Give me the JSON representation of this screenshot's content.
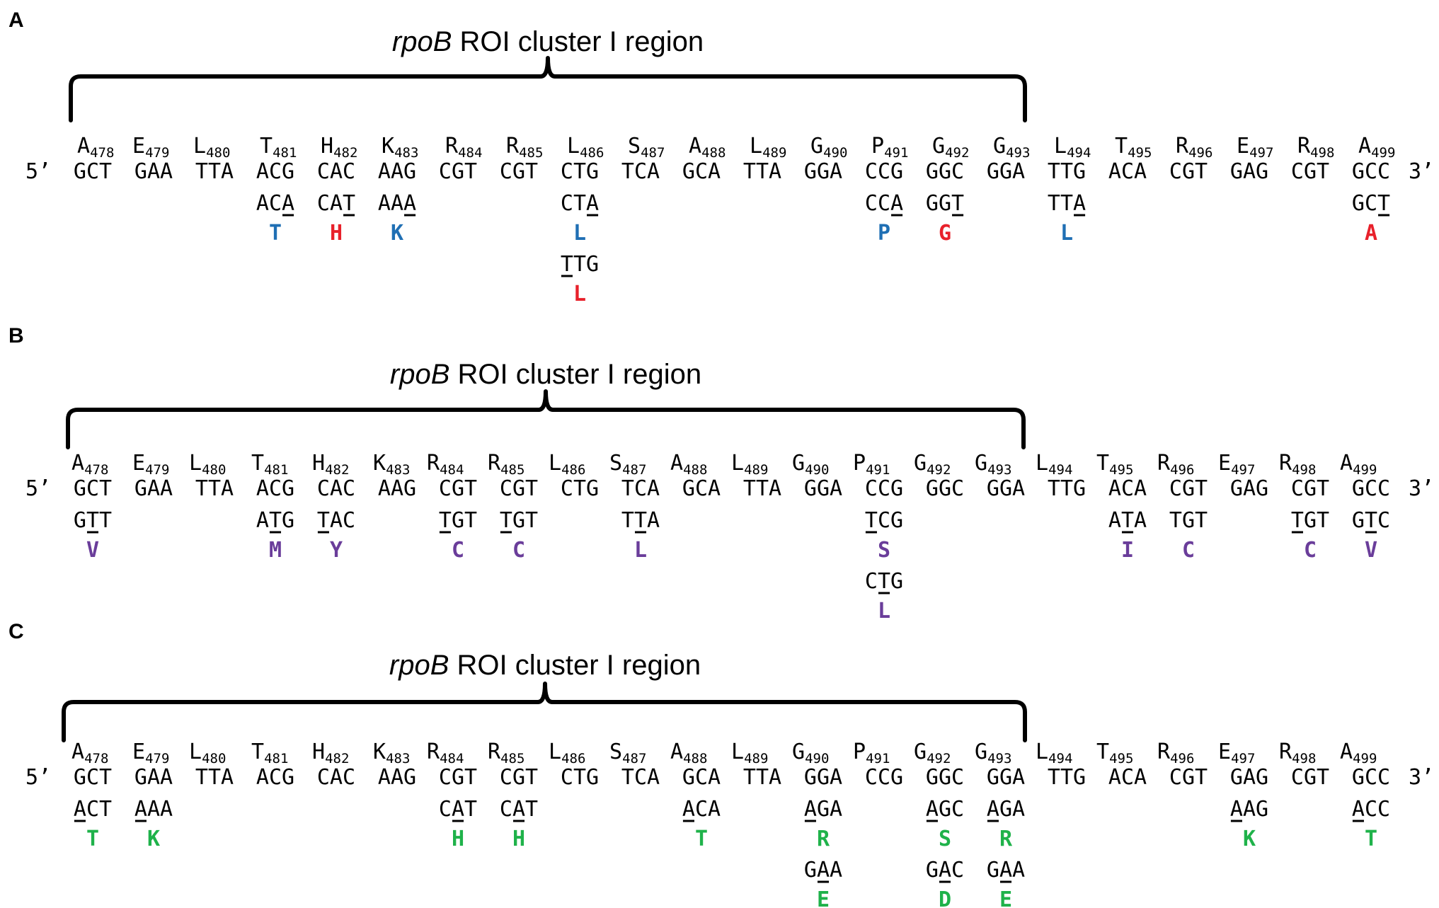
{
  "colors": {
    "blue": "#1f6fb4",
    "red": "#e8212b",
    "purple": "#6a3d9a",
    "green": "#1fb24a"
  },
  "amino_acids": [
    {
      "letter": "A",
      "num": "478"
    },
    {
      "letter": "E",
      "num": "479"
    },
    {
      "letter": "L",
      "num": "480"
    },
    {
      "letter": "T",
      "num": "481"
    },
    {
      "letter": "H",
      "num": "482"
    },
    {
      "letter": "K",
      "num": "483"
    },
    {
      "letter": "R",
      "num": "484"
    },
    {
      "letter": "R",
      "num": "485"
    },
    {
      "letter": "L",
      "num": "486"
    },
    {
      "letter": "S",
      "num": "487"
    },
    {
      "letter": "A",
      "num": "488"
    },
    {
      "letter": "L",
      "num": "489"
    },
    {
      "letter": "G",
      "num": "490"
    },
    {
      "letter": "P",
      "num": "491"
    },
    {
      "letter": "G",
      "num": "492"
    },
    {
      "letter": "G",
      "num": "493"
    },
    {
      "letter": "L",
      "num": "494"
    },
    {
      "letter": "T",
      "num": "495"
    },
    {
      "letter": "R",
      "num": "496"
    },
    {
      "letter": "E",
      "num": "497"
    },
    {
      "letter": "R",
      "num": "498"
    },
    {
      "letter": "A",
      "num": "499"
    }
  ],
  "codons": [
    "GCT",
    "GAA",
    "TTA",
    "ACG",
    "CAC",
    "AAG",
    "CGT",
    "CGT",
    "CTG",
    "TCA",
    "GCA",
    "TTA",
    "GGA",
    "CCG",
    "GGC",
    "GGA",
    "TTG",
    "ACA",
    "CGT",
    "GAG",
    "CGT",
    "GCC"
  ],
  "prime5": "5’",
  "prime3": "3’",
  "panels": [
    {
      "label": "A",
      "title_italic": "rpoB",
      "title_rest": " ROI cluster I region",
      "mutations": [
        {
          "col": 3,
          "row": 0,
          "codon": "ACA",
          "u": 2,
          "aa": "T",
          "color": "blue"
        },
        {
          "col": 4,
          "row": 0,
          "codon": "CAT",
          "u": 2,
          "aa": "H",
          "color": "red"
        },
        {
          "col": 5,
          "row": 0,
          "codon": "AAA",
          "u": 2,
          "aa": "K",
          "color": "blue"
        },
        {
          "col": 8,
          "row": 0,
          "codon": "CTA",
          "u": 2,
          "aa": "L",
          "color": "blue"
        },
        {
          "col": 8,
          "row": 1,
          "codon": "TTG",
          "u": 0,
          "aa": "L",
          "color": "red"
        },
        {
          "col": 13,
          "row": 0,
          "codon": "CCA",
          "u": 2,
          "aa": "P",
          "color": "blue"
        },
        {
          "col": 14,
          "row": 0,
          "codon": "GGT",
          "u": 2,
          "aa": "G",
          "color": "red"
        },
        {
          "col": 16,
          "row": 0,
          "codon": "TTA",
          "u": 2,
          "aa": "L",
          "color": "blue"
        },
        {
          "col": 21,
          "row": 0,
          "codon": "GCT",
          "u": 2,
          "aa": "A",
          "color": "red"
        }
      ]
    },
    {
      "label": "B",
      "title_italic": "rpoB",
      "title_rest": " ROI cluster I region",
      "mutations": [
        {
          "col": 0,
          "row": 0,
          "codon": "GTT",
          "u": 1,
          "aa": "V",
          "color": "purple"
        },
        {
          "col": 3,
          "row": 0,
          "codon": "ATG",
          "u": 1,
          "aa": "M",
          "color": "purple"
        },
        {
          "col": 4,
          "row": 0,
          "codon": "TAC",
          "u": 0,
          "aa": "Y",
          "color": "purple"
        },
        {
          "col": 6,
          "row": 0,
          "codon": "TGT",
          "u": 0,
          "aa": "C",
          "color": "purple"
        },
        {
          "col": 7,
          "row": 0,
          "codon": "TGT",
          "u": 0,
          "aa": "C",
          "color": "purple"
        },
        {
          "col": 9,
          "row": 0,
          "codon": "TTA",
          "u": 1,
          "aa": "L",
          "color": "purple"
        },
        {
          "col": 13,
          "row": 0,
          "codon": "TCG",
          "u": 0,
          "aa": "S",
          "color": "purple"
        },
        {
          "col": 13,
          "row": 1,
          "codon": "CTG",
          "u": 1,
          "aa": "L",
          "color": "purple"
        },
        {
          "col": 17,
          "row": 0,
          "codon": "ATA",
          "u": 1,
          "aa": "I",
          "color": "purple"
        },
        {
          "col": 18,
          "row": 0,
          "codon": "TGT",
          "u": -1,
          "aa": "C",
          "color": "purple"
        },
        {
          "col": 20,
          "row": 0,
          "codon": "TGT",
          "u": 0,
          "aa": "C",
          "color": "purple"
        },
        {
          "col": 21,
          "row": 0,
          "codon": "GTC",
          "u": 1,
          "aa": "V",
          "color": "purple"
        }
      ]
    },
    {
      "label": "C",
      "title_italic": "rpoB",
      "title_rest": " ROI cluster I region",
      "mutations": [
        {
          "col": 0,
          "row": 0,
          "codon": "ACT",
          "u": 0,
          "aa": "T",
          "color": "green"
        },
        {
          "col": 1,
          "row": 0,
          "codon": "AAA",
          "u": 0,
          "aa": "K",
          "color": "green"
        },
        {
          "col": 6,
          "row": 0,
          "codon": "CAT",
          "u": 1,
          "aa": "H",
          "color": "green"
        },
        {
          "col": 7,
          "row": 0,
          "codon": "CAT",
          "u": 1,
          "aa": "H",
          "color": "green"
        },
        {
          "col": 10,
          "row": 0,
          "codon": "ACA",
          "u": 0,
          "aa": "T",
          "color": "green"
        },
        {
          "col": 12,
          "row": 0,
          "codon": "AGA",
          "u": 0,
          "aa": "R",
          "color": "green"
        },
        {
          "col": 12,
          "row": 1,
          "codon": "GAA",
          "u": 1,
          "aa": "E",
          "color": "green"
        },
        {
          "col": 14,
          "row": 0,
          "codon": "AGC",
          "u": 0,
          "aa": "S",
          "color": "green"
        },
        {
          "col": 14,
          "row": 1,
          "codon": "GAC",
          "u": 1,
          "aa": "D",
          "color": "green"
        },
        {
          "col": 15,
          "row": 0,
          "codon": "AGA",
          "u": 0,
          "aa": "R",
          "color": "green"
        },
        {
          "col": 15,
          "row": 1,
          "codon": "GAA",
          "u": 1,
          "aa": "E",
          "color": "green"
        },
        {
          "col": 19,
          "row": 0,
          "codon": "AAG",
          "u": 0,
          "aa": "K",
          "color": "green"
        },
        {
          "col": 21,
          "row": 0,
          "codon": "ACC",
          "u": 0,
          "aa": "T",
          "color": "green"
        }
      ]
    }
  ]
}
